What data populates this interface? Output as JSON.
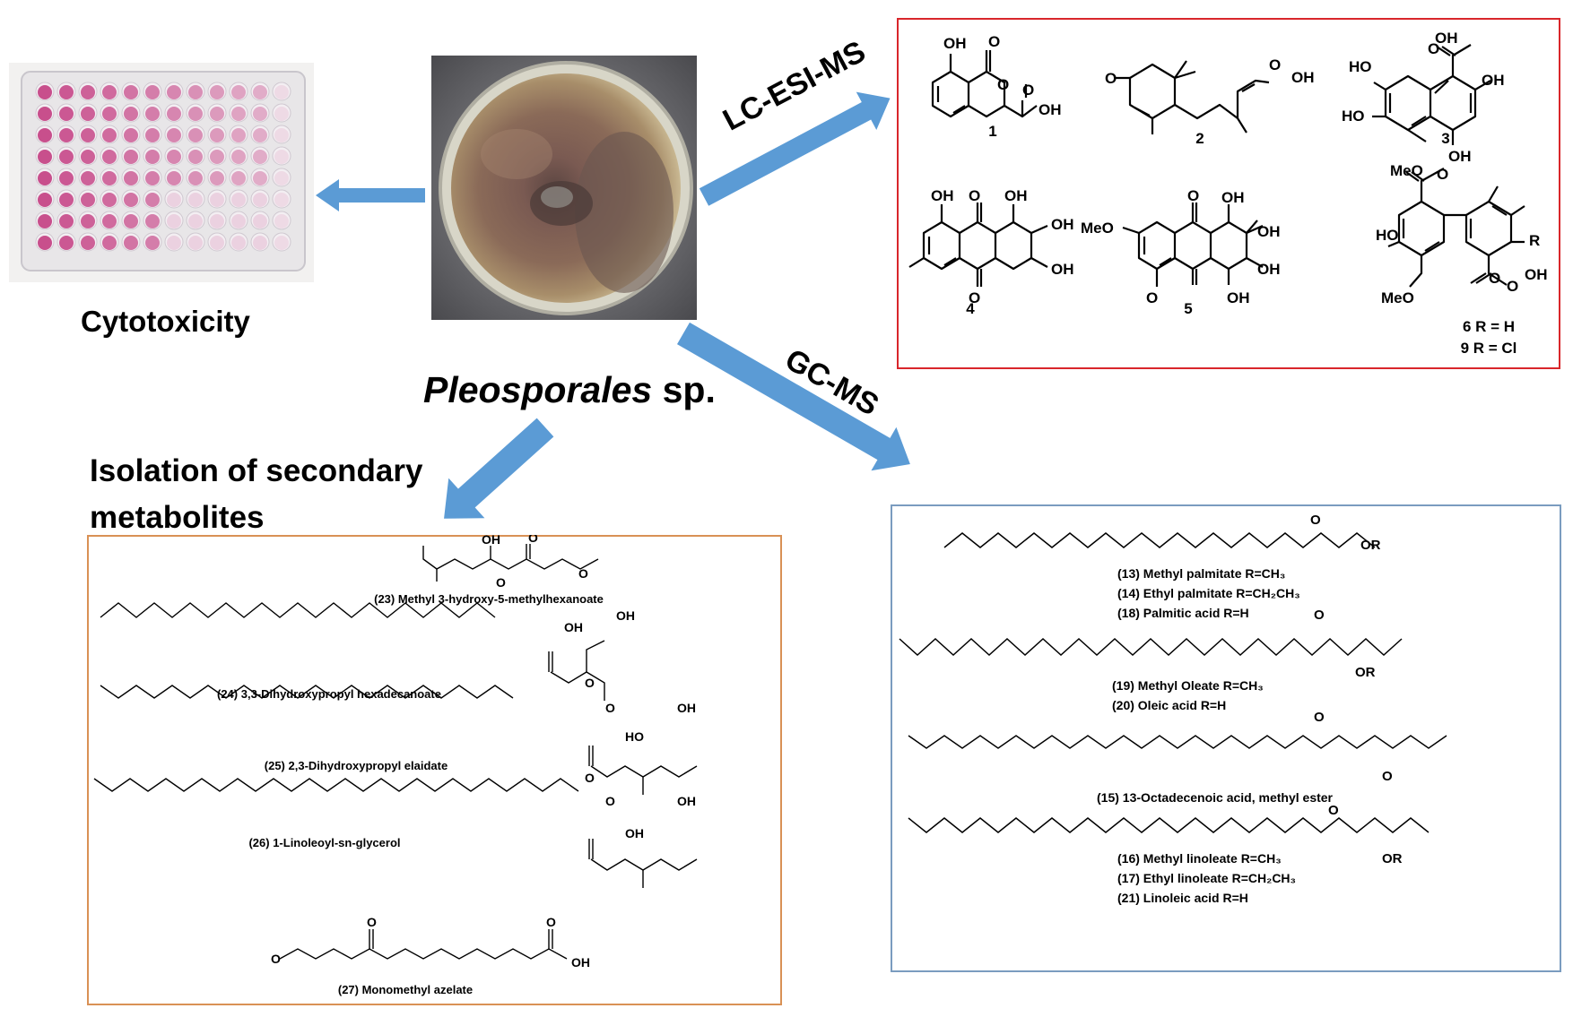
{
  "labels": {
    "cytotoxicity": "Cytotoxicity",
    "organism_italic": "Pleosporales",
    "organism_suffix": " sp.",
    "isolation_line1": "Isolation of secondary",
    "isolation_line2": "metabolites",
    "lcms": "LC-ESI-MS",
    "gcms": "GC-MS"
  },
  "colors": {
    "arrow": "#5b9bd5",
    "lcms_box": "#d9262b",
    "isolation_box": "#d99155",
    "gcms_box": "#7a9cbf",
    "well_stain": "#c0327a"
  },
  "lcms_compounds": [
    "1",
    "2",
    "3",
    "4",
    "5",
    "6 R = H",
    "9 R = Cl"
  ],
  "lcms_atoms": {
    "c1": [
      "OH",
      "O",
      "O",
      "O",
      "OH"
    ],
    "c2": [
      "O",
      "O",
      "OH"
    ],
    "c3": [
      "OH",
      "O",
      "HO",
      "OH",
      "HO",
      "OH"
    ],
    "c4": [
      "OH",
      "O",
      "OH",
      "OH",
      "OH",
      "O"
    ],
    "c5": [
      "MeO",
      "O",
      "OH",
      "OH",
      "OH",
      "OH",
      "O"
    ],
    "c6": [
      "MeO",
      "O",
      "HO",
      "R",
      "O",
      "MeO",
      "OH",
      "O"
    ]
  },
  "isolation_compounds": [
    "(23) Methyl 3-hydroxy-5-methylhexanoate",
    "(24) 3,3-Dihydroxypropyl hexadecanoate",
    "(25) 2,3-Dihydroxypropyl elaidate",
    "(26) 1-Linoleoyl-sn-glycerol",
    "(27) Monomethyl azelate"
  ],
  "isolation_atoms": {
    "c23": [
      "OH",
      "O"
    ],
    "c24": [
      "O",
      "OH",
      "O",
      "OH"
    ],
    "c25": [
      "O",
      "O",
      "OH",
      "HO"
    ],
    "c26": [
      "O",
      "O",
      "OH",
      "OH"
    ],
    "c27": [
      "O",
      "O",
      "O",
      "OH"
    ]
  },
  "gcms_groups": [
    [
      "(13) Methyl palmitate R=CH₃",
      "(14) Ethyl palmitate R=CH₂CH₃",
      "(18) Palmitic acid R=H"
    ],
    [
      "(19) Methyl Oleate R=CH₃",
      "(20) Oleic acid R=H"
    ],
    [
      "(15) 13-Octadecenoic acid, methyl ester"
    ],
    [
      "(16) Methyl linoleate R=CH₃",
      "(17) Ethyl linoleate R=CH₂CH₃",
      "(21) Linoleic acid R=H"
    ]
  ],
  "gcms_atoms": {
    "g1": [
      "O",
      "OR"
    ],
    "g2": [
      "O",
      "OR"
    ],
    "g3": [
      "O",
      "O"
    ],
    "g4": [
      "O",
      "OR"
    ]
  }
}
